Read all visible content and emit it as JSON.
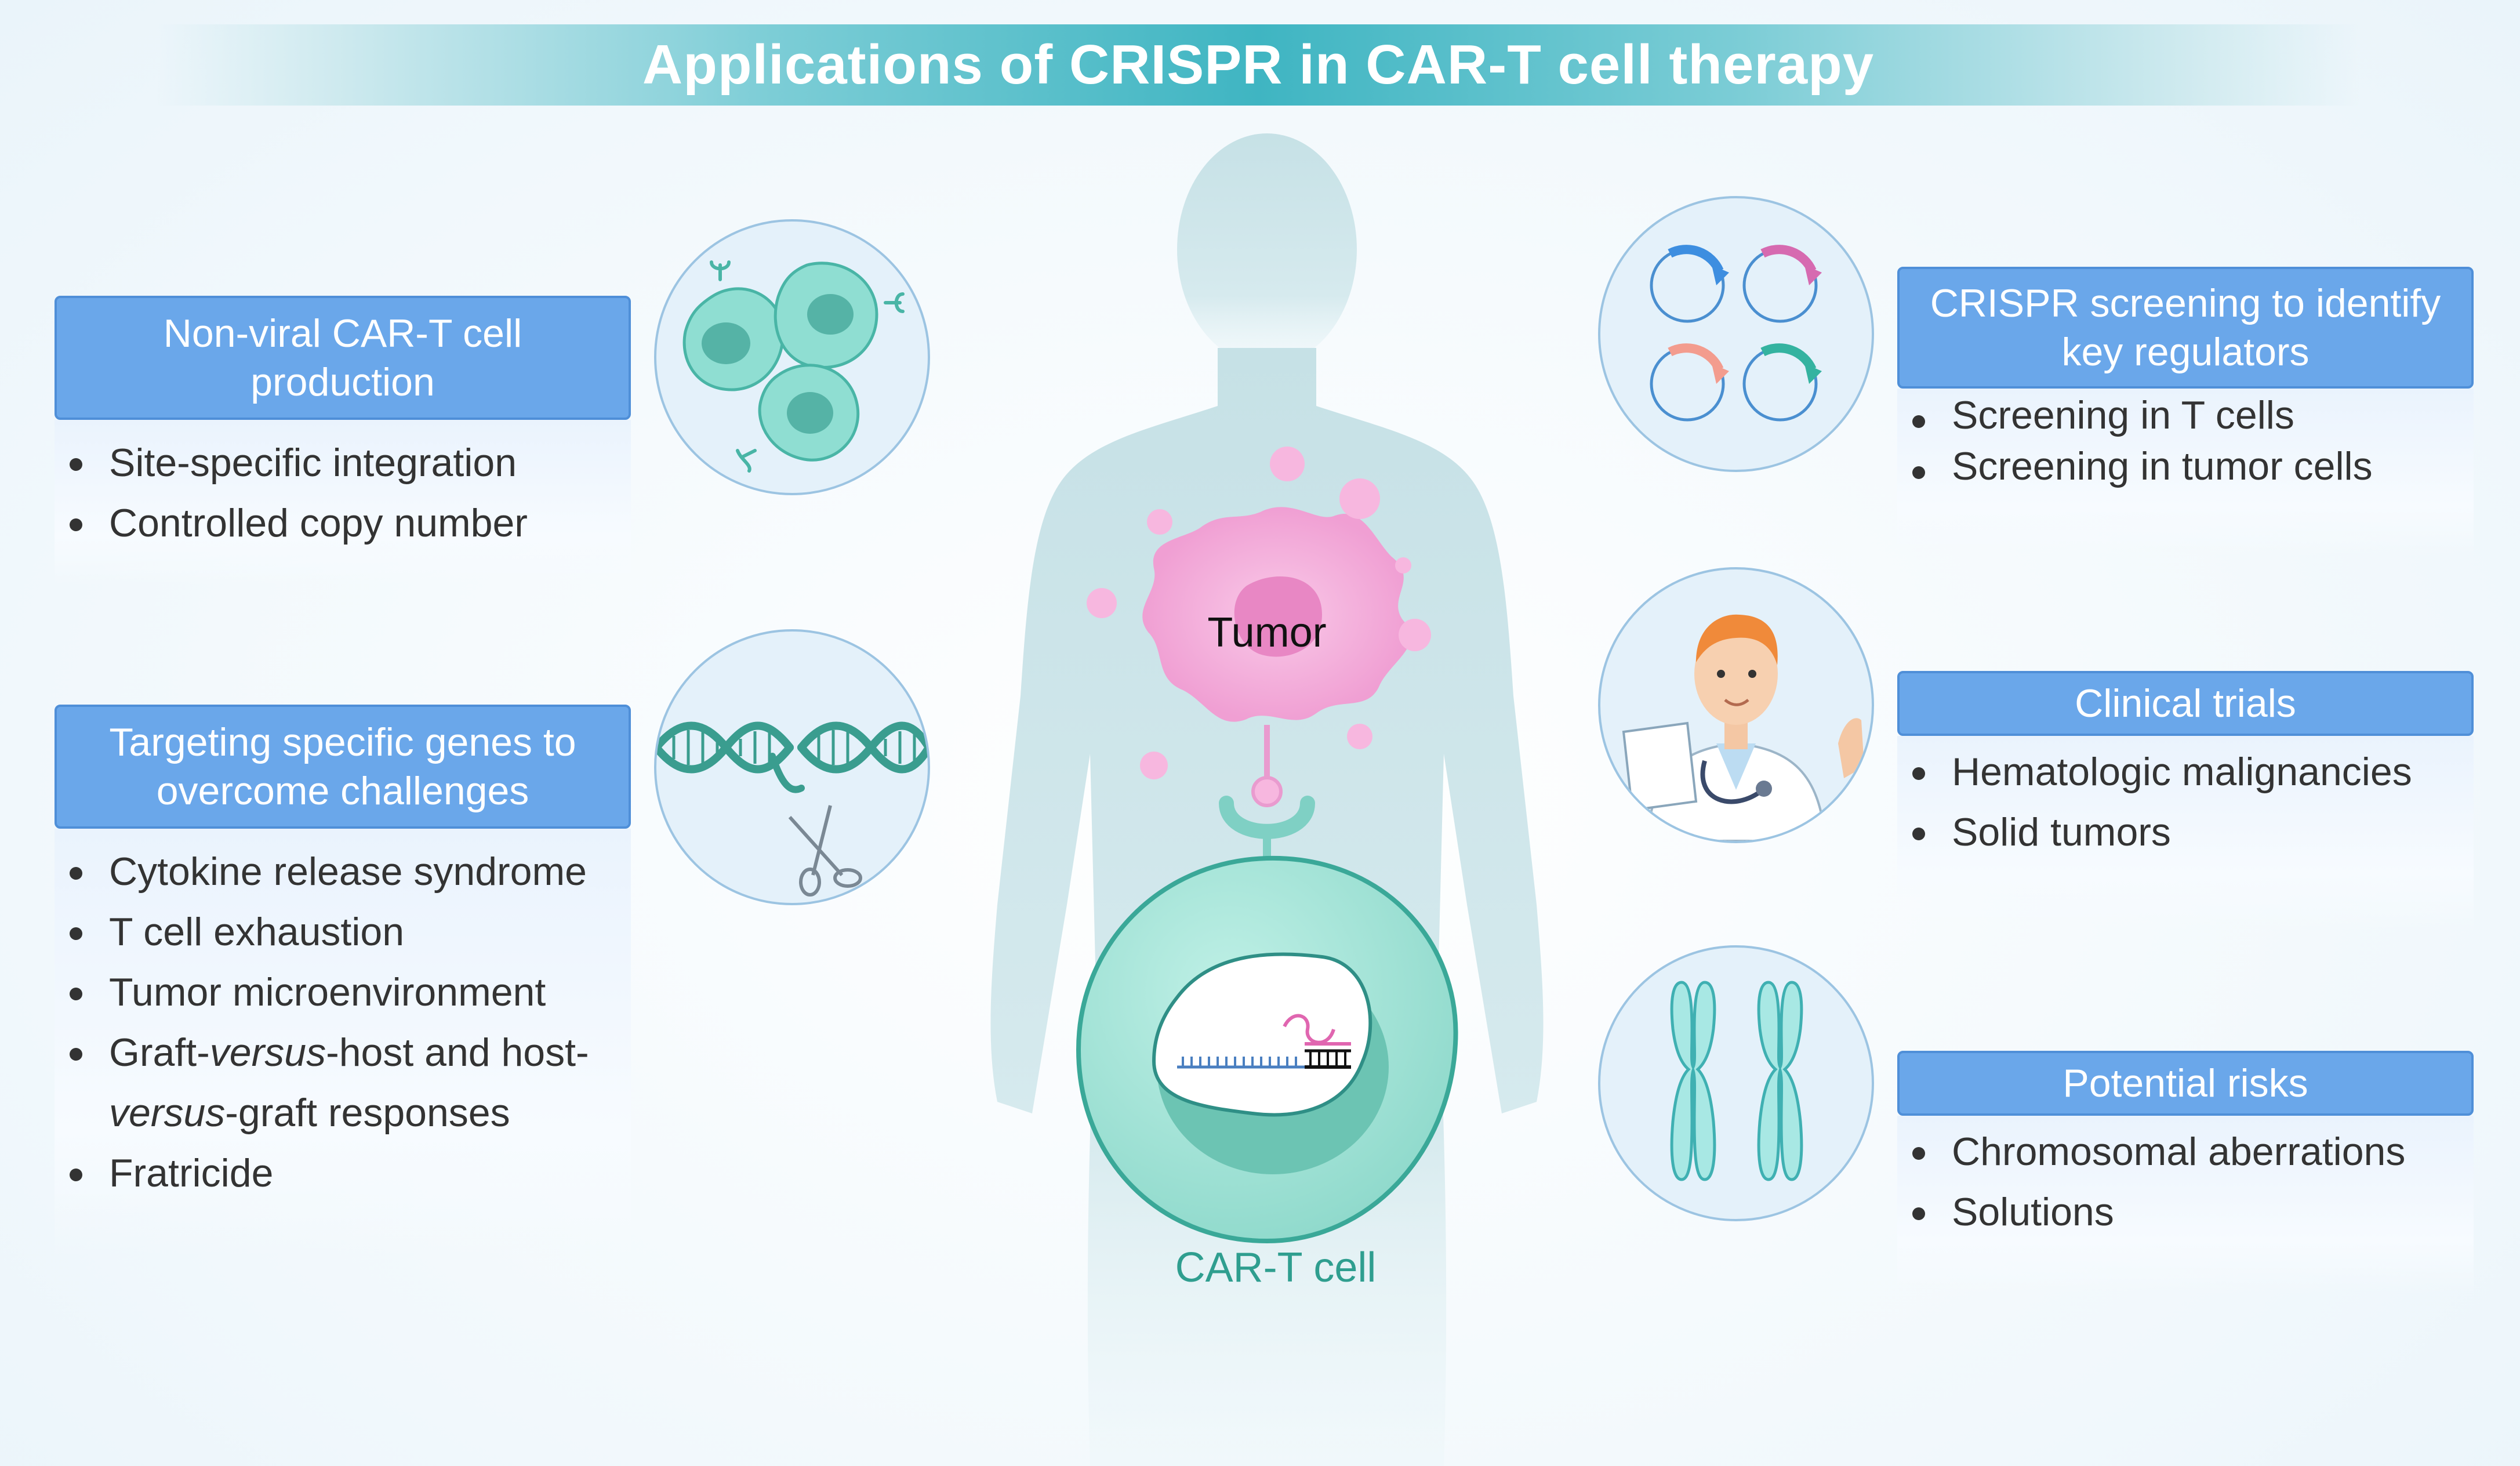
{
  "title": "Applications of CRISPR in CAR-T cell therapy",
  "center": {
    "tumor_label": "Tumor",
    "cart_label": "CAR-T cell"
  },
  "panels": {
    "nonviral": {
      "header": "Non-viral CAR-T cell production",
      "items": [
        "Site-specific integration",
        "Controlled copy number"
      ]
    },
    "targeting": {
      "header": "Targeting specific genes to overcome challenges",
      "items": [
        "Cytokine release syndrome",
        "T cell exhaustion",
        "Tumor microenvironment",
        "Graft-versus-host and host-versus-graft responses",
        "Fratricide"
      ],
      "item4_parts": {
        "a": "Graft-",
        "b": "versus",
        "c": "-host and host-",
        "d": "versus",
        "e": "-graft responses"
      }
    },
    "screening": {
      "header": "CRISPR screening to identify key regulators",
      "items": [
        "Screening in T cells",
        "Screening in tumor cells"
      ]
    },
    "clinical": {
      "header": "Clinical trials",
      "items": [
        "Hematologic malignancies",
        "Solid tumors"
      ]
    },
    "risks": {
      "header": "Potential risks",
      "items": [
        "Chromosomal aberrations",
        "Solutions"
      ]
    }
  },
  "colors": {
    "header_blue": "#6aa7ea",
    "teal": "#3aa898",
    "tumor_pink": "#f3a8d8",
    "silhouette": "#cfe5ea"
  },
  "icons": {
    "cells": "t-cell-cluster-icon",
    "dna": "dna-scissors-icon",
    "screening": "circular-arrows-icon",
    "doctor": "doctor-icon",
    "chromosome": "chromosome-icon"
  }
}
